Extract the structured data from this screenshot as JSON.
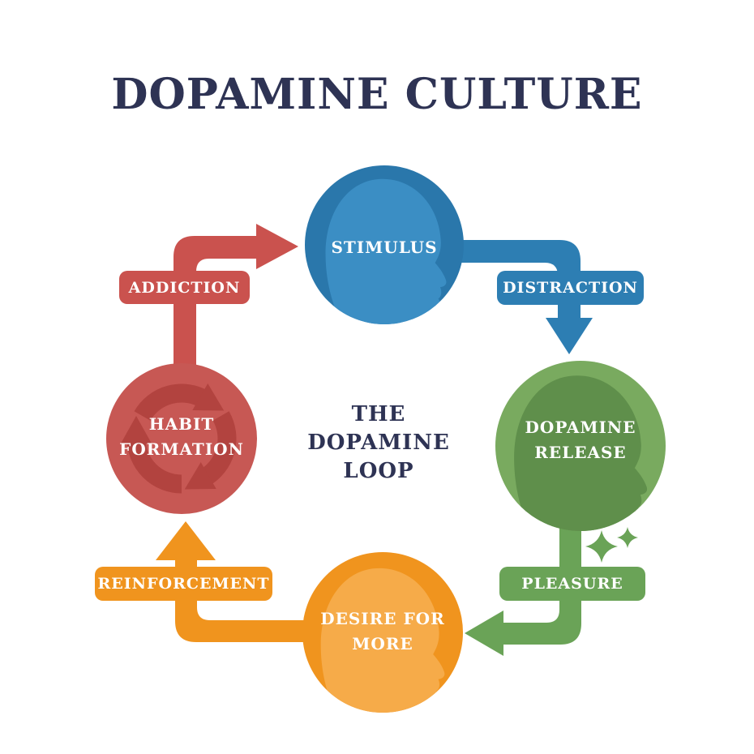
{
  "title": "DOPAMINE CULTURE",
  "center_label": "THE\nDOPAMINE\nLOOP",
  "loop_nodes": [
    {
      "id": "stimulus",
      "label": "STIMULUS",
      "color": "#2a77ab",
      "accent_color": "#3b8ec4",
      "icon": "head-profile-icon"
    },
    {
      "id": "dopamine-release",
      "label": "DOPAMINE\nRELEASE",
      "color": "#79aa5f",
      "accent_color": "#5f8f4b",
      "icon": "head-profile-icon"
    },
    {
      "id": "desire-for-more",
      "label": "DESIRE FOR\nMORE",
      "color": "#f0941e",
      "accent_color": "#f6ab49",
      "icon": "head-profile-icon"
    },
    {
      "id": "habit-formation",
      "label": "HABIT\nFORMATION",
      "color": "#c75854",
      "accent_color": "#b2433f",
      "icon": "cycle-arrows-icon"
    }
  ],
  "loop_arrows": [
    {
      "id": "addiction",
      "label": "ADDICTION",
      "from": "habit-formation",
      "to": "stimulus",
      "color": "#ca524e"
    },
    {
      "id": "distraction",
      "label": "DISTRACTION",
      "from": "stimulus",
      "to": "dopamine-release",
      "color": "#2d7eb3"
    },
    {
      "id": "pleasure",
      "label": "PLEASURE",
      "from": "dopamine-release",
      "to": "desire-for-more",
      "color": "#6aa357"
    },
    {
      "id": "reinforcement",
      "label": "REINFORCEMENT",
      "from": "desire-for-more",
      "to": "habit-formation",
      "color": "#f0941e"
    }
  ],
  "decorations": [
    {
      "name": "sparkles-icon",
      "color": "#6aa357",
      "near": "pleasure"
    }
  ],
  "colors": {
    "background": "#ffffff",
    "heading_text": "#2e3354",
    "node_text": "#ffffff"
  }
}
